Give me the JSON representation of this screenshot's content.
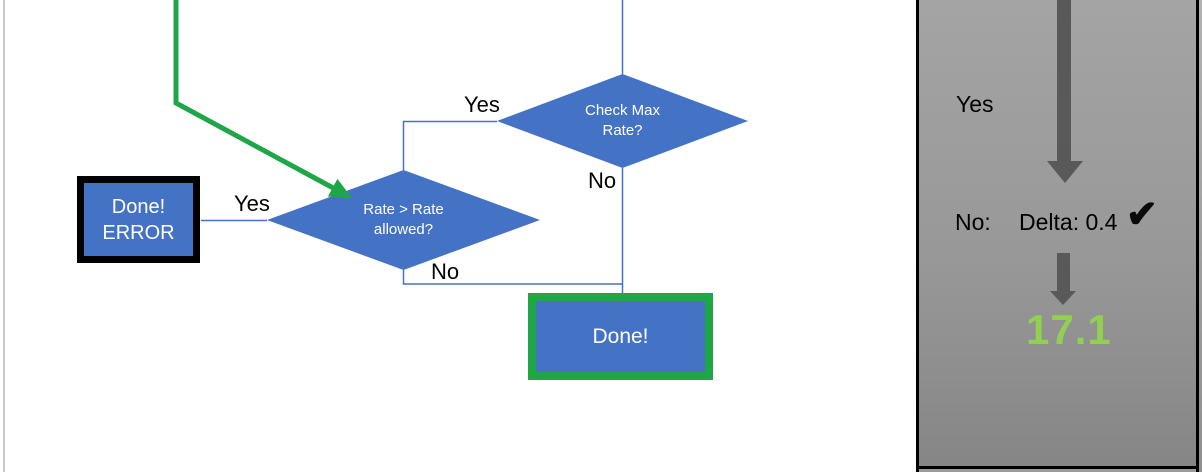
{
  "colors": {
    "shape_blue": "#4472C4",
    "flow_green": "#1FA648",
    "result_green": "#92D050",
    "arrow_gray": "#595959",
    "panel_gray_top": "#a4a4a4",
    "panel_gray_bottom": "#868686",
    "border_black": "#000000"
  },
  "flowchart": {
    "decision_check_rate": {
      "label": "Check Max\nRate?"
    },
    "decision_rate_allowed": {
      "label": "Rate > Rate\nallowed?"
    },
    "error_box": {
      "label": "Done!\nERROR"
    },
    "done_box": {
      "label": "Done!"
    },
    "edge_labels": {
      "check_rate_yes": "Yes",
      "check_rate_no": "No",
      "rate_allowed_yes": "Yes",
      "rate_allowed_no": "No"
    }
  },
  "side_panel": {
    "step1_label": "Yes",
    "step2_prefix": "No:",
    "step2_value": "Delta: 0.4",
    "checkmark": "✔",
    "result_value": "17.1"
  }
}
